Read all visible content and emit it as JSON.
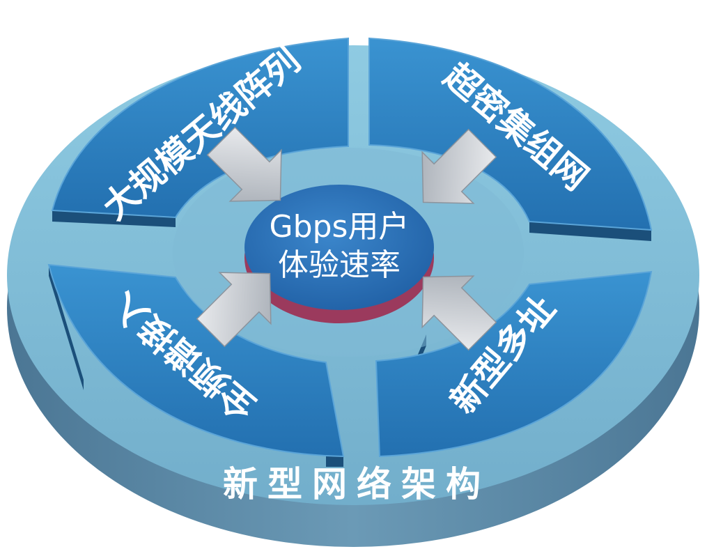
{
  "diagram": {
    "outer_ring_label": "新型网络架构",
    "center_label_line1": "Gbps用户",
    "center_label_line2": "体验速率",
    "segments": [
      {
        "id": "top-left",
        "label": "大规模天线阵列"
      },
      {
        "id": "top-right",
        "label": "超密集组网"
      },
      {
        "id": "bottom-left",
        "label": "全频谱接入"
      },
      {
        "id": "bottom-right",
        "label": "新型多址"
      }
    ],
    "colors": {
      "platform_top": "#86c3dc",
      "platform_side": "#5a88a6",
      "segment_fill": "#2f83c2",
      "center_disc": "#2b6cb3",
      "center_disc_rim": "#9b3a5d",
      "arrow": "#c9cdd3"
    }
  }
}
